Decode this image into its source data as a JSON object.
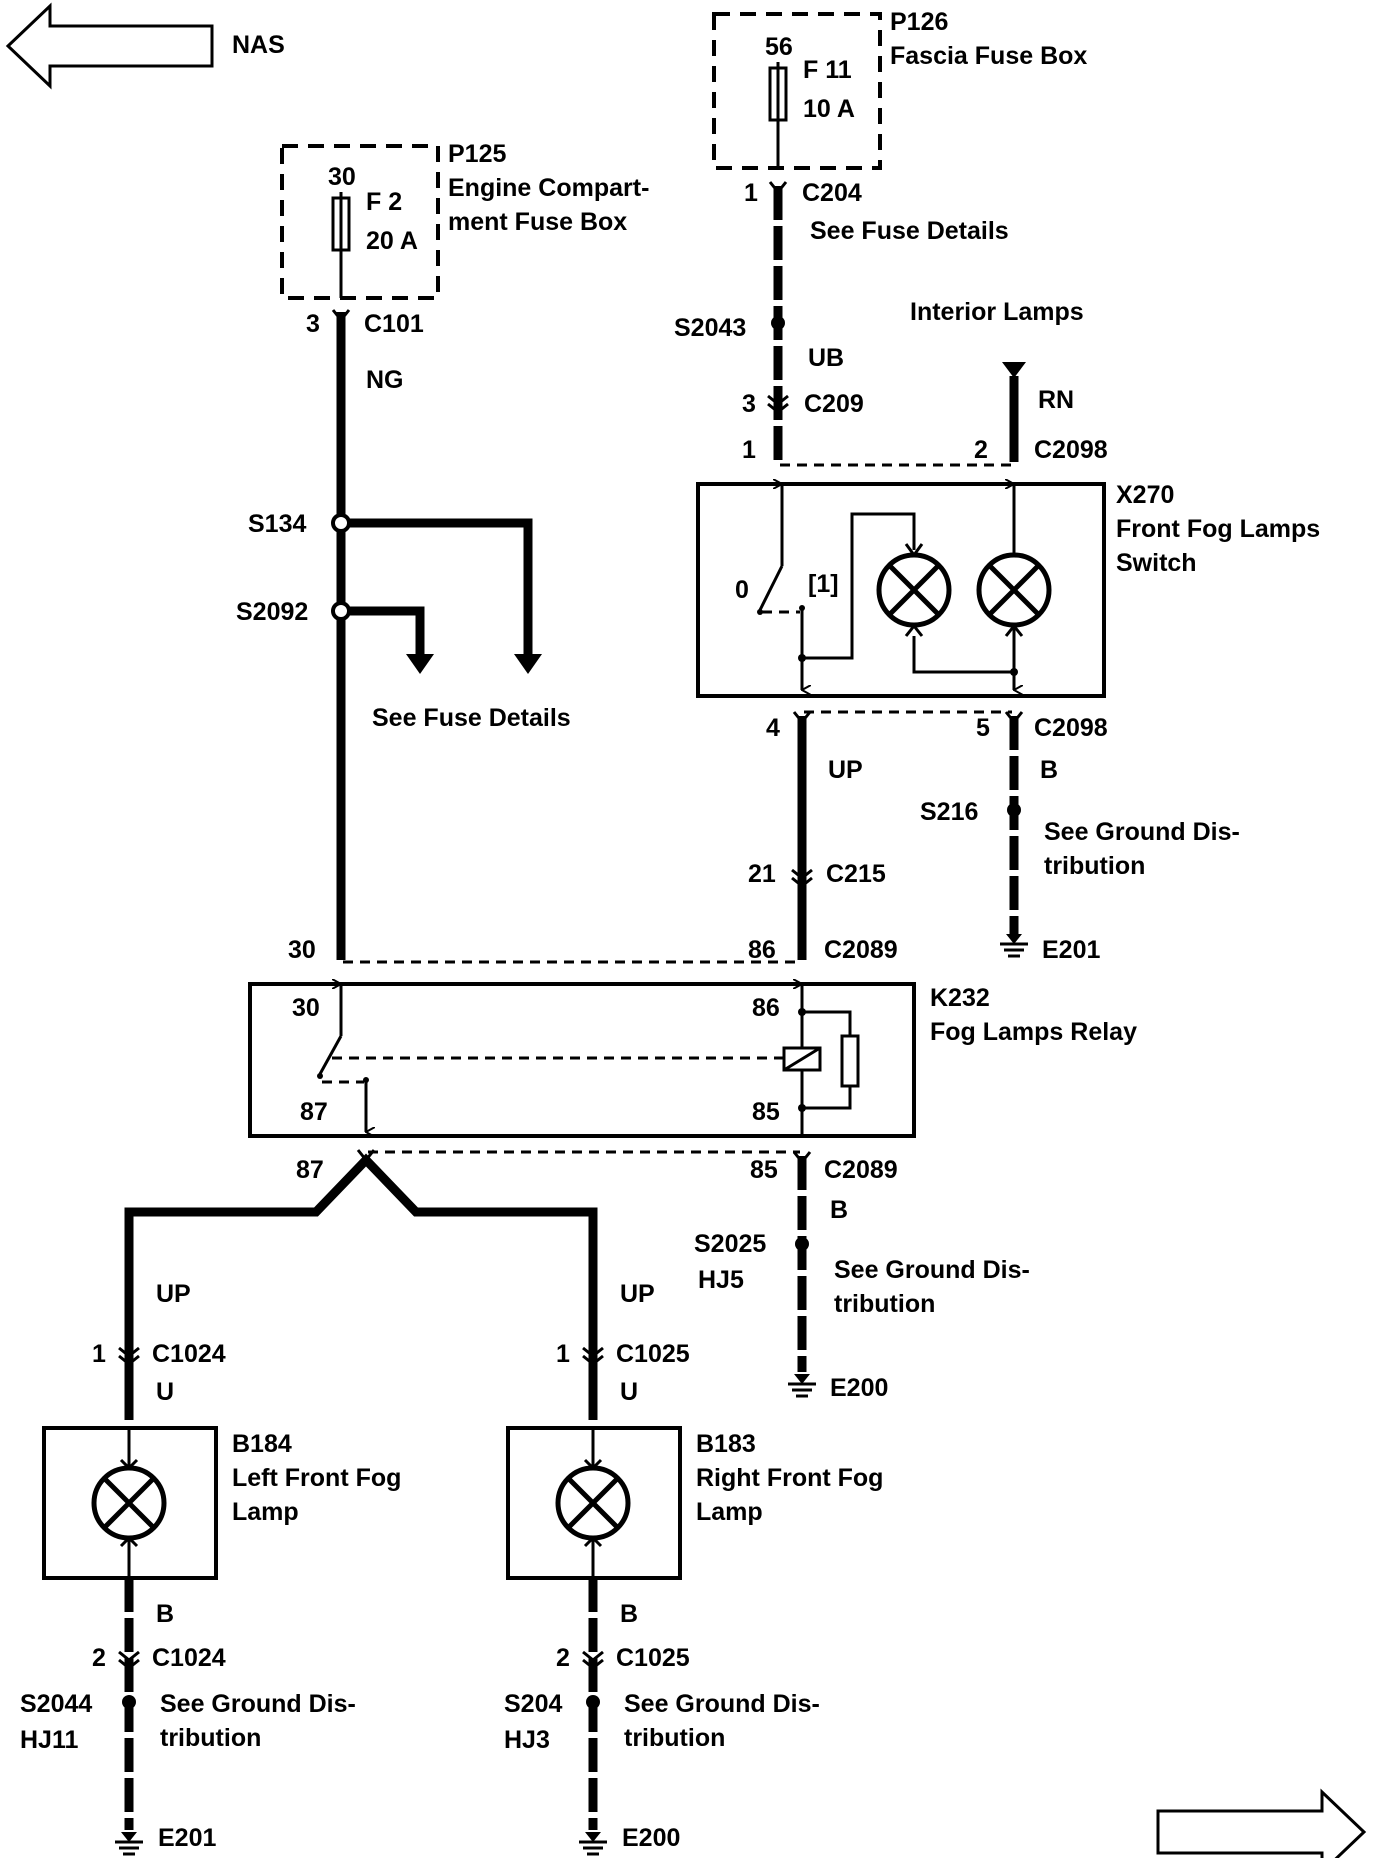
{
  "arrows": {
    "nas": "NAS"
  },
  "p126": {
    "id": "P126",
    "name": "Fascia Fuse Box",
    "pin": "56",
    "fuse": "F 11",
    "rating": "10 A"
  },
  "p125": {
    "id": "P125",
    "name_line1": "Engine Compart-",
    "name_line2": "ment Fuse Box",
    "pin": "30",
    "fuse": "F 2",
    "rating": "20 A"
  },
  "c204": {
    "pin": "1",
    "id": "C204",
    "note": "See Fuse Details"
  },
  "c101": {
    "pin": "3",
    "id": "C101",
    "wire": "NG"
  },
  "s2043": "S2043",
  "ub": "UB",
  "interior": "Interior Lamps",
  "rn": "RN",
  "c209": {
    "pin": "3",
    "id": "C209"
  },
  "c2098_top": {
    "pin1": "1",
    "pin2": "2",
    "id": "C2098"
  },
  "x270": {
    "id": "X270",
    "line1": "Front Fog Lamps",
    "line2": "Switch",
    "pos0": "0",
    "pos1": "[1]"
  },
  "s134": "S134",
  "s2092": "S2092",
  "fuse_details_mid": "See Fuse Details",
  "c2098_bot": {
    "pin4": "4",
    "pin5": "5",
    "id": "C2098"
  },
  "up_mid": "UP",
  "b_mid": "B",
  "s216": "S216",
  "ground_mid": {
    "line1": "See Ground Dis-",
    "line2": "tribution"
  },
  "c215": {
    "pin": "21",
    "id": "C215"
  },
  "e201_mid": "E201",
  "c2089_top": {
    "pin30": "30",
    "pin86": "86",
    "id": "C2089"
  },
  "k232": {
    "id": "K232",
    "name": "Fog Lamps Relay",
    "p30": "30",
    "p86": "86",
    "p87": "87",
    "p85": "85"
  },
  "c2089_bot": {
    "pin87": "87",
    "pin85": "85",
    "id": "C2089"
  },
  "b_relay": "B",
  "s2025": {
    "id": "S2025",
    "sub": "HJ5"
  },
  "ground_relay": {
    "line1": "See Ground Dis-",
    "line2": "tribution"
  },
  "e200_mid": "E200",
  "up_left": "UP",
  "up_right": "UP",
  "c1024_top": {
    "pin": "1",
    "id": "C1024",
    "wire": "U"
  },
  "c1025_top": {
    "pin": "1",
    "id": "C1025",
    "wire": "U"
  },
  "b184": {
    "id": "B184",
    "line1": "Left Front Fog",
    "line2": "Lamp"
  },
  "b183": {
    "id": "B183",
    "line1": "Right Front Fog",
    "line2": "Lamp"
  },
  "b_left": "B",
  "b_right": "B",
  "c1024_bot": {
    "pin": "2",
    "id": "C1024"
  },
  "c1025_bot": {
    "pin": "2",
    "id": "C1025"
  },
  "s2044": {
    "id": "S2044",
    "sub": "HJ11"
  },
  "s204": {
    "id": "S204",
    "sub": "HJ3"
  },
  "ground_left": {
    "line1": "See Ground Dis-",
    "line2": "tribution"
  },
  "ground_right": {
    "line1": "See Ground Dis-",
    "line2": "tribution"
  },
  "e201_left": "E201",
  "e200_right": "E200"
}
